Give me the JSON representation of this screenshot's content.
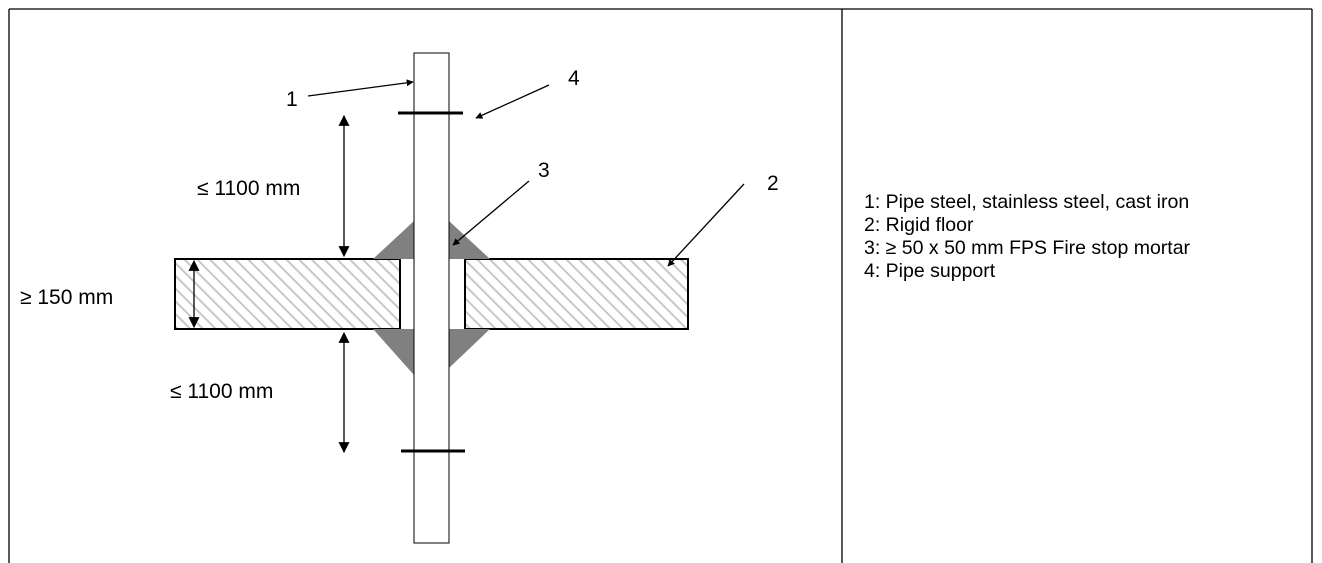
{
  "callouts": {
    "pipe": "1",
    "floor": "2",
    "mortar": "3",
    "support": "4"
  },
  "dimensions": {
    "above": "≤ 1100 mm",
    "thickness": "≥ 150 mm",
    "below": "≤ 1100 mm"
  },
  "legend": [
    "1: Pipe steel, stainless steel, cast iron",
    "2: Rigid floor",
    "3: ≥ 50 x 50 mm FPS Fire stop mortar",
    "4: Pipe support"
  ],
  "colors": {
    "line": "#000000",
    "mortar": "#808080",
    "hatch": "#c8c8c8",
    "background": "#ffffff"
  }
}
